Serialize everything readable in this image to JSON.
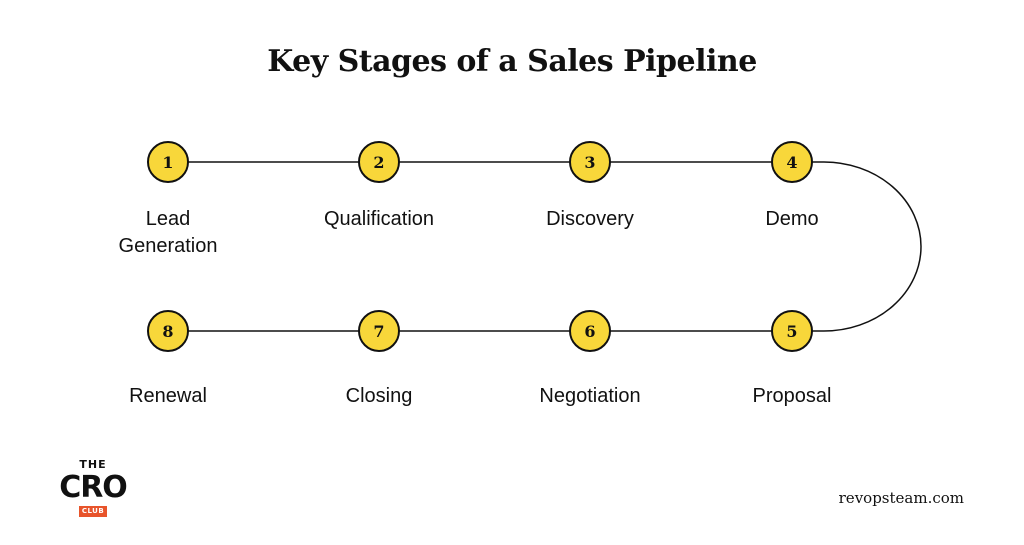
{
  "title": "Key Stages of a Sales Pipeline",
  "stages": [
    {
      "number": "1",
      "label": "Lead Generation"
    },
    {
      "number": "2",
      "label": "Qualification"
    },
    {
      "number": "3",
      "label": "Discovery"
    },
    {
      "number": "4",
      "label": "Demo"
    },
    {
      "number": "5",
      "label": "Proposal"
    },
    {
      "number": "6",
      "label": "Negotiation"
    },
    {
      "number": "7",
      "label": "Closing"
    },
    {
      "number": "8",
      "label": "Renewal"
    }
  ],
  "logo": {
    "the": "THE",
    "cro": "CRO",
    "club": "CLUB"
  },
  "website": "revopsteam.com",
  "colors": {
    "node_fill": "#f8d73a",
    "line": "#111111",
    "logo_accent": "#e8542b"
  }
}
